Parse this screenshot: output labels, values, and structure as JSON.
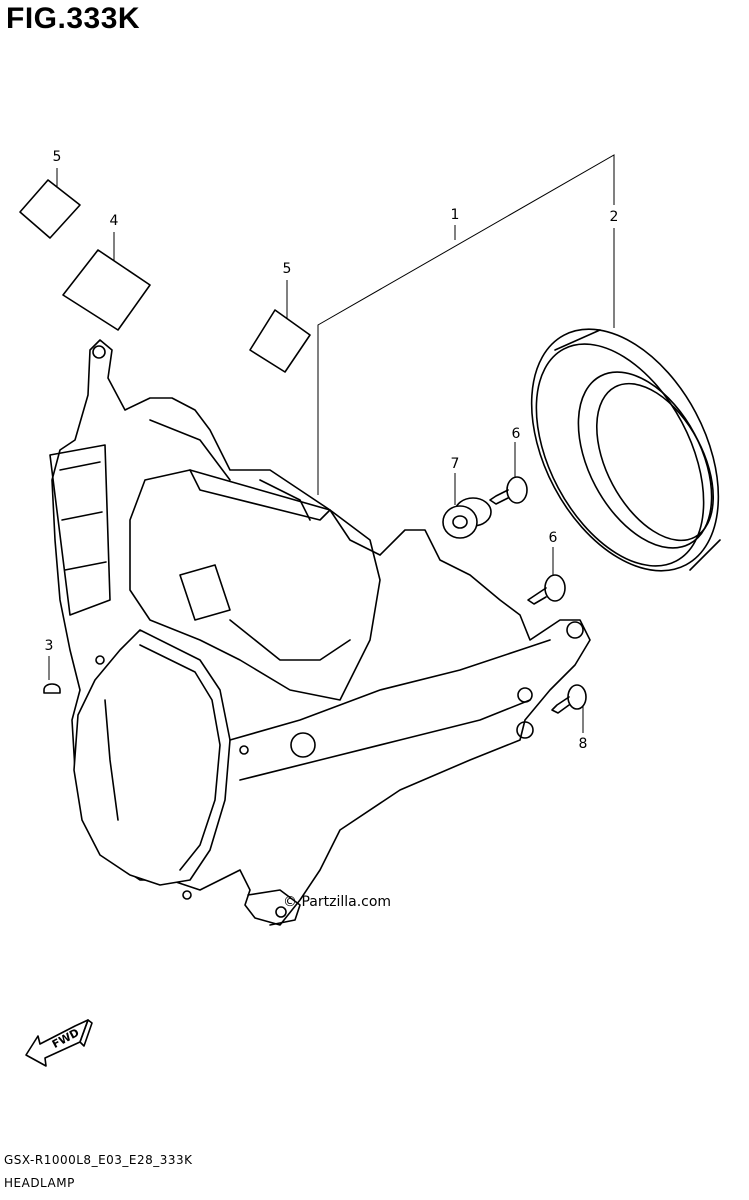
{
  "figure": {
    "title": "FIG.333K",
    "code": "GSX-R1000L8_E03_E28_333K",
    "name": "HEADLAMP",
    "watermark": "Partzilla.com",
    "fwd_label": "FWD"
  },
  "callouts": [
    {
      "id": "callout-5-top",
      "label": "5"
    },
    {
      "id": "callout-4",
      "label": "4"
    },
    {
      "id": "callout-1",
      "label": "1"
    },
    {
      "id": "callout-2",
      "label": "2"
    },
    {
      "id": "callout-5-mid",
      "label": "5"
    },
    {
      "id": "callout-6-upper",
      "label": "6"
    },
    {
      "id": "callout-7",
      "label": "7"
    },
    {
      "id": "callout-6-lower",
      "label": "6"
    },
    {
      "id": "callout-3",
      "label": "3"
    },
    {
      "id": "callout-8",
      "label": "8"
    }
  ]
}
